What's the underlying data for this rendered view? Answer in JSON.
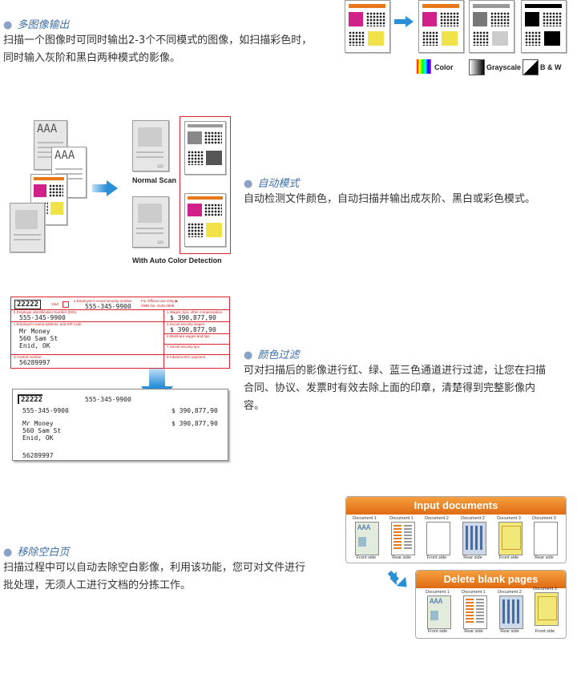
{
  "sections": {
    "multi": {
      "title": "多图像输出",
      "desc_line1": "扫描一个图像时可同时输出2-3个不同模式的图像，如扫描彩色时，",
      "desc_line2": "同时输入灰阶和黑白两种模式的影像。",
      "legend_color": "Color",
      "legend_gray": "Grayscale",
      "legend_bw": "B & W"
    },
    "auto": {
      "title": "自动模式",
      "desc": "自动检测文件颜色，自动扫描并输出成灰阶、黑白或彩色模式。",
      "doc_text_1": "AAA",
      "doc_text_2": "AAA",
      "label_normal": "Normal Scan",
      "label_auto": "With Auto Color Detection",
      "page_number": "123"
    },
    "filter": {
      "title": "颜色过滤",
      "desc_line1": "可对扫描后的影像进行红、绿、蓝三色通道进行过滤，让您在扫描",
      "desc_line2": "合同、协议、发票时有效去除上面的印章，清楚得到完整影像内",
      "desc_line3": "容。",
      "form": {
        "code": "22222",
        "void": "Void",
        "ssn_label": "a Employee's social security number",
        "official": "For Official Use Only ▶",
        "omb": "OMB No. 1545-0008",
        "ssn": "555-345-9900",
        "ein_label": "b Employer identification Number (EIN)",
        "ein": "555-345-9900",
        "wages_label": "1 Wages, tips, other compensation",
        "wages": "$ 390,877,90",
        "name_label": "c Employer's name,address, and ZIP code",
        "ss_wages_label": "3 Social security wages",
        "ss_wages": "$ 390,877,90",
        "name": "Mr Money",
        "street": "560 Sam St",
        "city": "Enid, OK",
        "medicare_label": "5 Medicare wages and tips",
        "ss_tips_label": "7 Social security tips",
        "control_label": "d Control number",
        "control": "56289997",
        "eic_label": "9 Advance EIC payment"
      }
    },
    "blank": {
      "title": "移除空白页",
      "desc_line1": "扫描过程中可以自动去除空白影像，利用该功能，您可对文件进行",
      "desc_line2": "批处理，无须人工进行文档的分拣工作。",
      "input_title": "Input documents",
      "delete_title": "Delete blank pages",
      "doc1": "Document 1",
      "doc2": "Document 2",
      "doc3": "Document 3",
      "front": "Front side",
      "rear": "Rear side",
      "aaa": "AAA"
    }
  },
  "colors": {
    "title_blue": "#3f6fa6",
    "arrow_blue": "#2a8fd6",
    "form_red": "#d22233",
    "orange": "#e8781c"
  }
}
